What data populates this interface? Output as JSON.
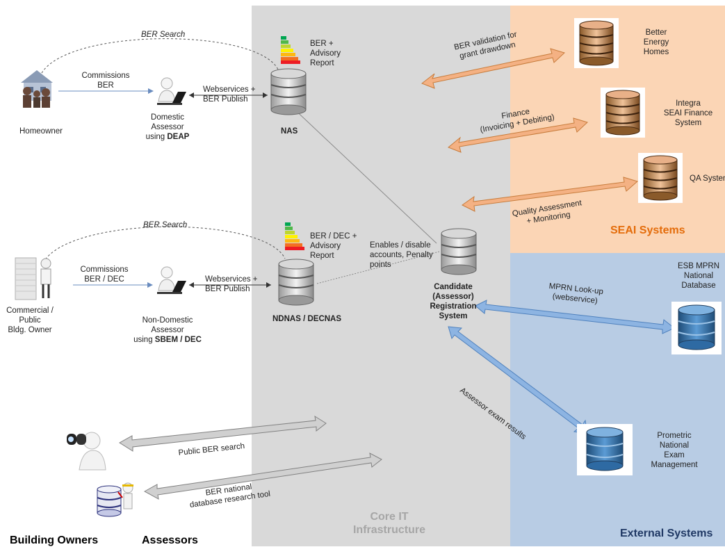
{
  "zones": {
    "core_title_line1": "Core IT",
    "core_title_line2": "Infrastructure",
    "seai_title": "SEAI Systems",
    "external_title": "External Systems",
    "building_owners_title": "Building Owners",
    "assessors_title": "Assessors"
  },
  "actors": {
    "homeowner": "Homeowner",
    "commercial_owner_lines": [
      "Commercial /",
      "Public",
      "Bldg. Owner"
    ],
    "domestic_assessor_lines": [
      "Domestic",
      "Assessor",
      "using "
    ],
    "domestic_assessor_tool": "DEAP",
    "nondomestic_assessor_lines": [
      "Non-Domestic",
      "Assessor",
      "using "
    ],
    "nondomestic_assessor_tool": "SBEM / DEC"
  },
  "connections": {
    "ber_search_top": "BER Search",
    "ber_search_mid": "BER Search",
    "commissions_ber": [
      "Commissions",
      "BER"
    ],
    "commissions_ber_dec": [
      "Commissions",
      "BER / DEC"
    ],
    "webservices_top": [
      "Webservices +",
      "BER Publish"
    ],
    "webservices_mid": [
      "Webservices +",
      "BER Publish"
    ],
    "enables_disable": [
      "Enables / disable",
      "accounts, Penalty",
      "points"
    ],
    "ber_validation": [
      "BER validation for",
      "grant drawdown"
    ],
    "finance": [
      "Finance",
      "(Invoicing + Debiting)"
    ],
    "quality_assessment": [
      "Quality Assessment",
      "+ Monitoring"
    ],
    "mprn_lookup": [
      "MPRN Look-up",
      "(webservice)"
    ],
    "assessor_exam_results": "Assessor exam results",
    "public_ber_search": "Public BER search",
    "ber_national_tool": [
      "BER national",
      "database research tool"
    ]
  },
  "systems": {
    "nas": "NAS",
    "nas_report": [
      "BER +",
      "Advisory",
      "Report"
    ],
    "ndnas": "NDNAS / DECNAS",
    "ndnas_report": [
      "BER / DEC +",
      "Advisory",
      "Report"
    ],
    "candidate_lines": [
      "Candidate",
      "(Assessor)",
      "Registration",
      "System"
    ],
    "better_energy_homes": [
      "Better",
      "Energy",
      "Homes"
    ],
    "integra": [
      "Integra",
      "SEAI Finance",
      "System"
    ],
    "qa_system": "QA System",
    "esb_mprn": [
      "ESB MPRN",
      "National",
      "Database"
    ],
    "prometric": [
      "Prometric",
      "National",
      "Exam",
      "Management"
    ]
  },
  "colors": {
    "core_bg": "#d9d9d9",
    "seai_bg": "#fbd5b5",
    "external_bg": "#b8cce4",
    "seai_title": "#e46c0a",
    "external_title": "#1f3864",
    "core_title": "#a6a6a6",
    "orange_arrow": "#f4b183",
    "blue_arrow": "#8db4e2",
    "grey_arrow": "#d0d0d0"
  }
}
